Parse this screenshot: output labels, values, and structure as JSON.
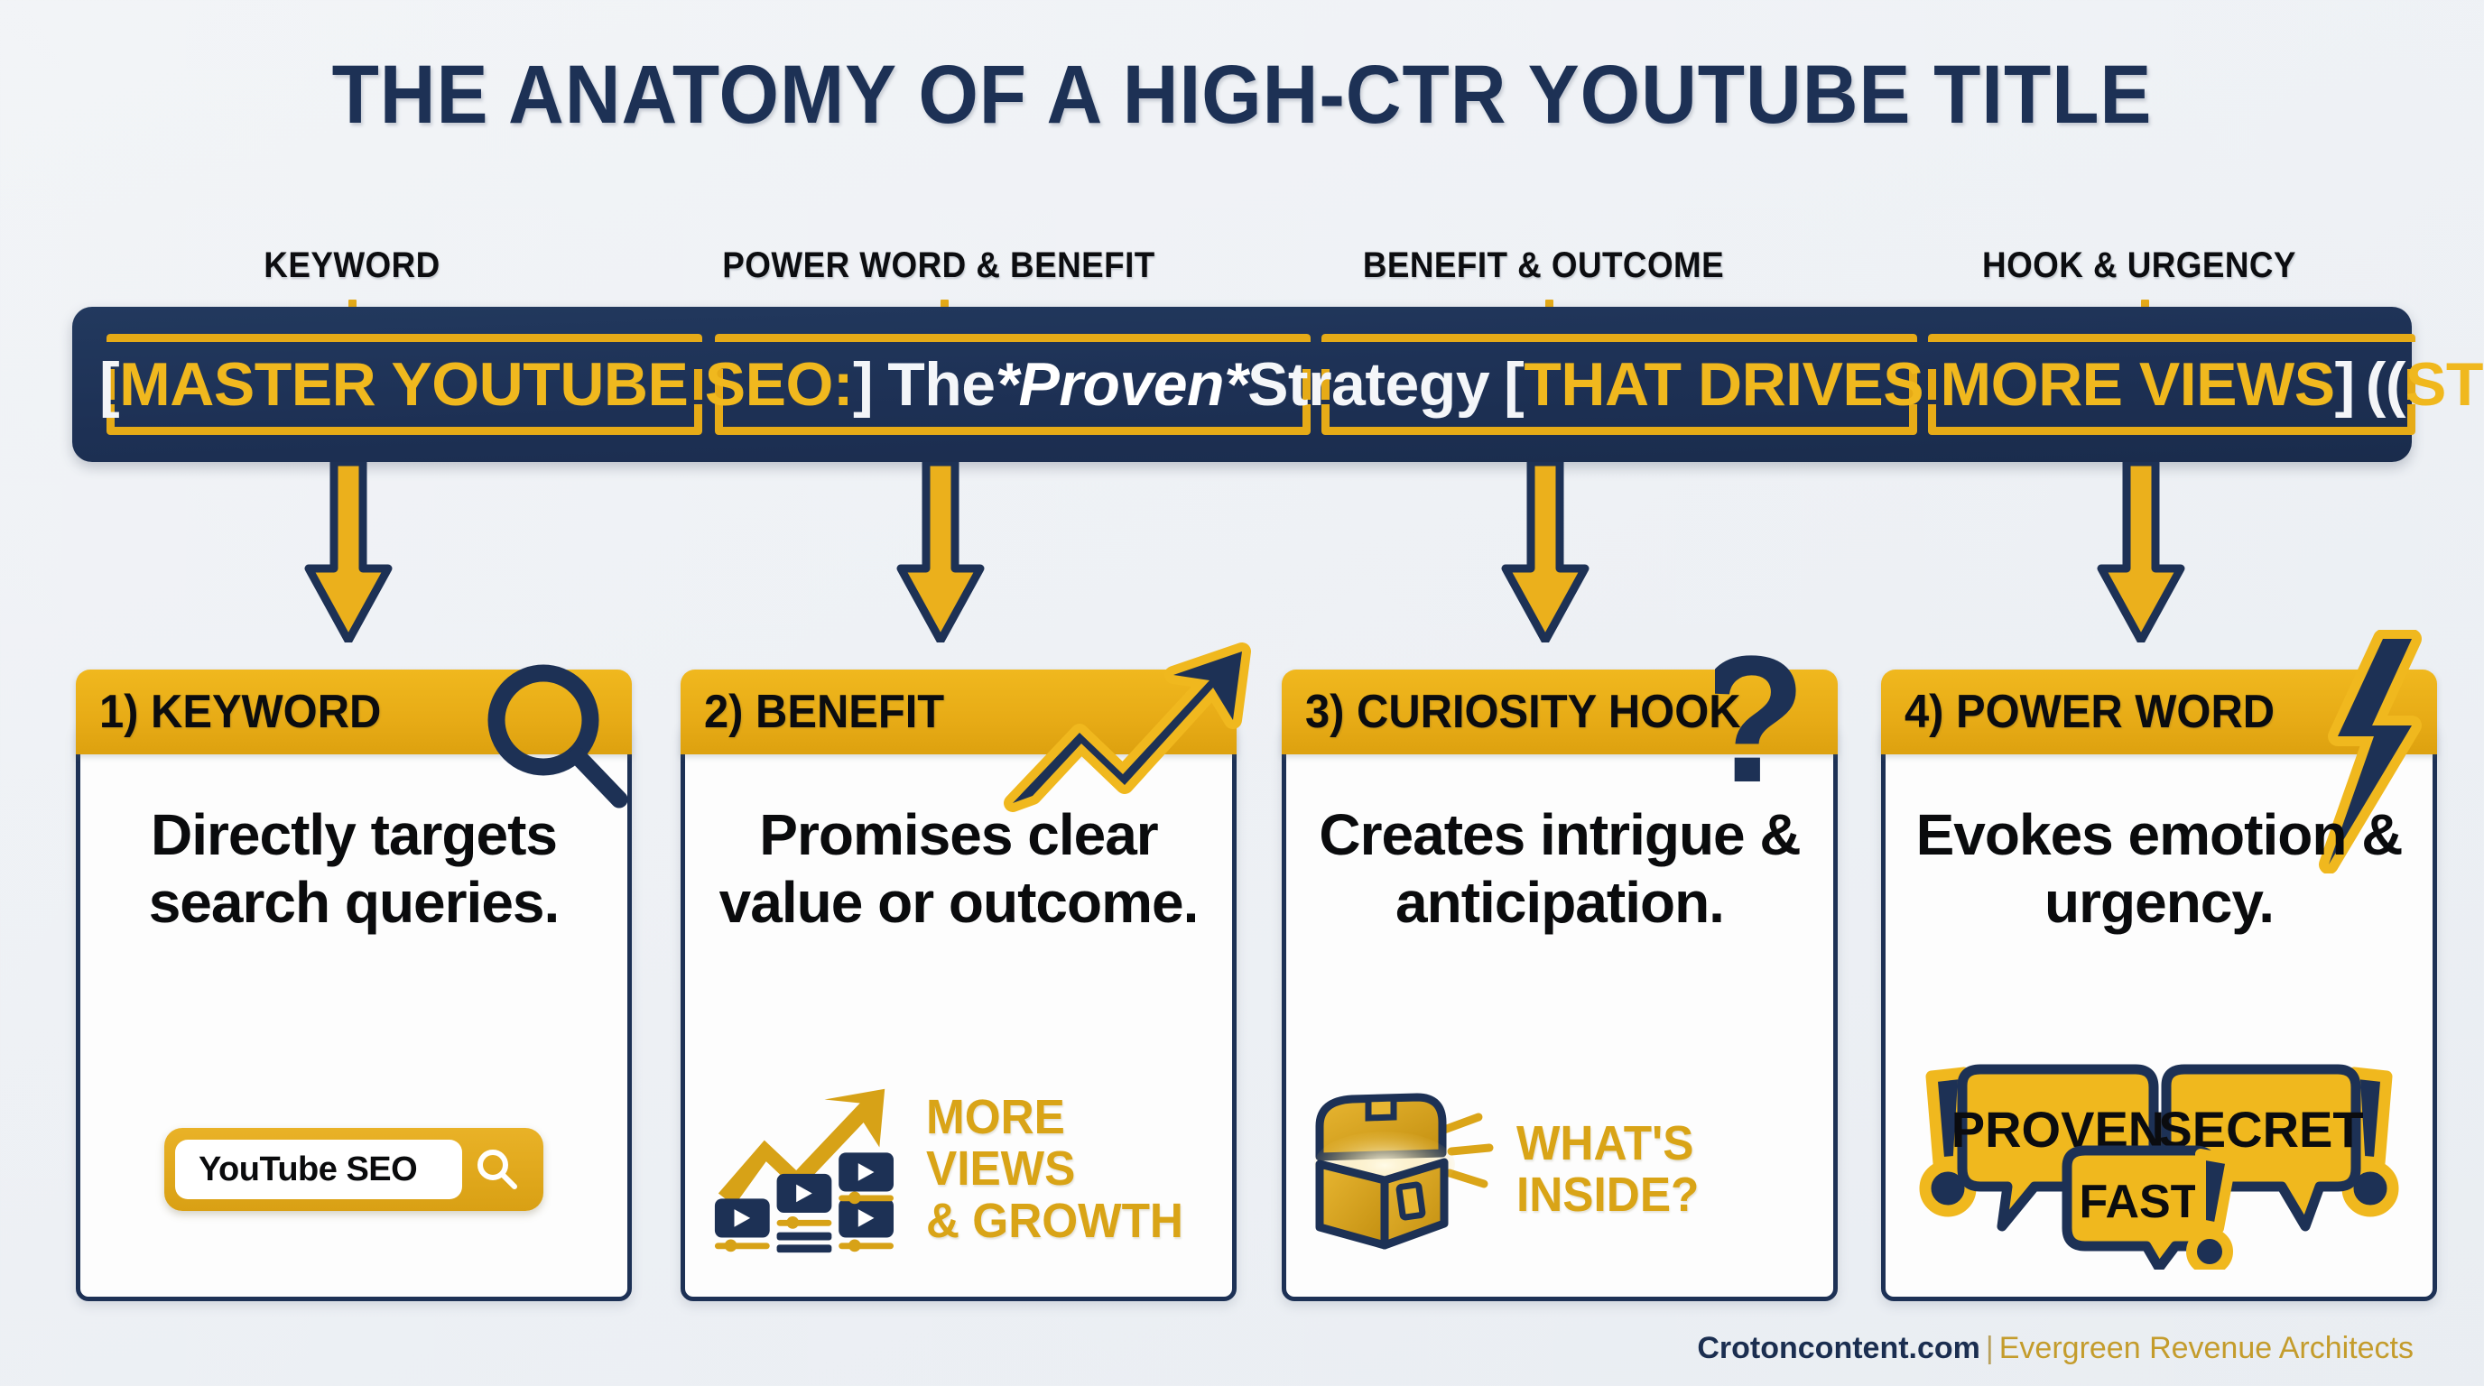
{
  "page": {
    "title": "THE ANATOMY OF A HIGH-CTR YOUTUBE TITLE",
    "background_color": "#eef1f5",
    "navy": "#1d3155",
    "gold": "#e6ab17"
  },
  "segment_labels": [
    {
      "text": "KEYWORD"
    },
    {
      "text": "POWER WORD & BENEFIT"
    },
    {
      "text": "BENEFIT & OUTCOME"
    },
    {
      "text": "HOOK & URGENCY"
    }
  ],
  "title_bar": {
    "segments": [
      {
        "open": "[",
        "text": "MASTER YOUTUBE SEO:",
        "close": "]",
        "style": "gold"
      },
      {
        "open": "",
        "pre": "The ",
        "emphasis": "*Proven*",
        "post": " Strategy",
        "close": "",
        "style": "white"
      },
      {
        "open": "[",
        "text": "THAT DRIVES MORE VIEWS",
        "close": "]",
        "style": "gold"
      },
      {
        "open": "((",
        "text": "STEP-BY-STEP GUIDE!",
        "close": "))",
        "style": "gold"
      }
    ]
  },
  "cards": [
    {
      "head": "1) KEYWORD",
      "icon": "magnifier-icon",
      "desc": "Directly targets search queries.",
      "visual": {
        "type": "search-box",
        "value": "YouTube SEO",
        "placeholder": "YouTube SEO",
        "button_icon": "search-icon"
      }
    },
    {
      "head": "2) BENEFIT",
      "icon": "trending-up-arrow-icon",
      "desc": "Promises clear value or outcome.",
      "visual": {
        "type": "growth-chart",
        "caption_line1": "MORE VIEWS",
        "caption_line2": "& GROWTH"
      }
    },
    {
      "head": "3) CURIOSITY HOOK",
      "icon": "question-mark-icon",
      "desc": "Creates intrigue & anticipation.",
      "visual": {
        "type": "treasure-chest",
        "caption_line1": "WHAT'S",
        "caption_line2": "INSIDE?"
      }
    },
    {
      "head": "4) POWER WORD",
      "icon": "lightning-bolt-icon",
      "desc": "Evokes emotion & urgency.",
      "visual": {
        "type": "speech-bubbles",
        "bubbles": [
          "PROVEN",
          "SECRET",
          "FAST"
        ]
      }
    }
  ],
  "footer": {
    "brand": "Crotoncontent.com",
    "separator": "|",
    "tagline": "Evergreen Revenue Architects"
  }
}
